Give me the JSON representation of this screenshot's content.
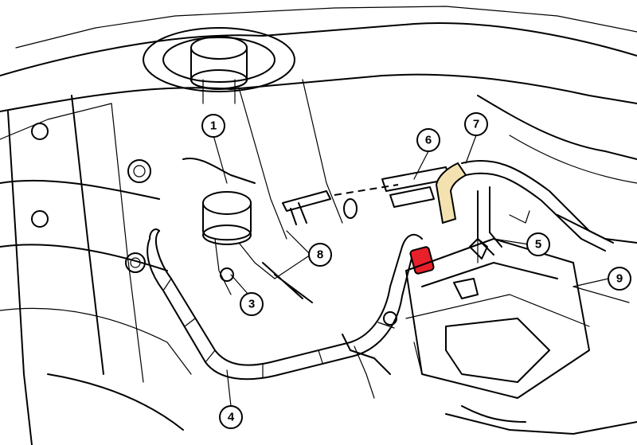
{
  "callouts": [
    {
      "id": "1",
      "label": "1"
    },
    {
      "id": "2",
      "label": "3"
    },
    {
      "id": "3",
      "label": "4"
    },
    {
      "id": "4",
      "label": "5"
    },
    {
      "id": "5",
      "label": "6"
    },
    {
      "id": "6",
      "label": "7"
    },
    {
      "id": "7",
      "label": "8"
    },
    {
      "id": "8",
      "label": "9"
    }
  ],
  "colors": {
    "line": "#000000",
    "highlight_red": "#e8202a",
    "highlight_tan": "#f3e2b0",
    "background": "#ffffff"
  }
}
